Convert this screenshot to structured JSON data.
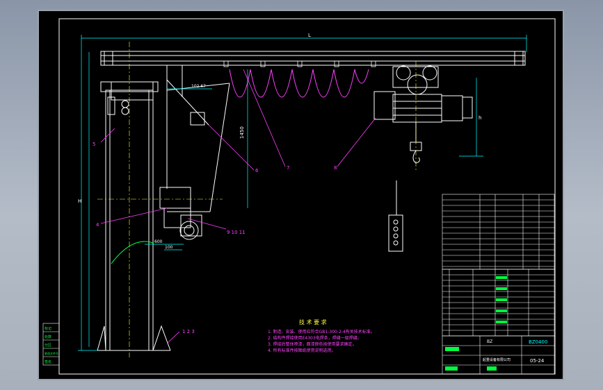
{
  "drawing": {
    "dimensions": {
      "length": "L",
      "height": "H",
      "h": "h",
      "d1450": "1450",
      "d600": "600",
      "d100": "100",
      "d102": "102.67"
    },
    "balloons": {
      "b1_3": "1 2 3",
      "b5": "5",
      "b6": "6",
      "b7": "7",
      "b8": "8",
      "b9_11": "9 10 11",
      "b4": "4"
    },
    "notes": {
      "title": "技 术 要 求",
      "lines": [
        "1. 制造、安装、使用应符合GB1-300-2-4有关技术标准。",
        "2. 结构件焊接使用E4303电焊条，焊缝一级焊缝。",
        "3. 焊接后整体喷漆，面漆颜色按使用要求确定。",
        "4. 所有标准件按图纸使用说明选用。"
      ]
    }
  },
  "title_block": {
    "drawing_no": "BZ0400",
    "sheet": "05-24",
    "code": "BZ",
    "company": "起重设备有限公司",
    "left_strip": [
      "标记",
      "处数",
      "分区",
      "更改文件号",
      "签名"
    ]
  }
}
